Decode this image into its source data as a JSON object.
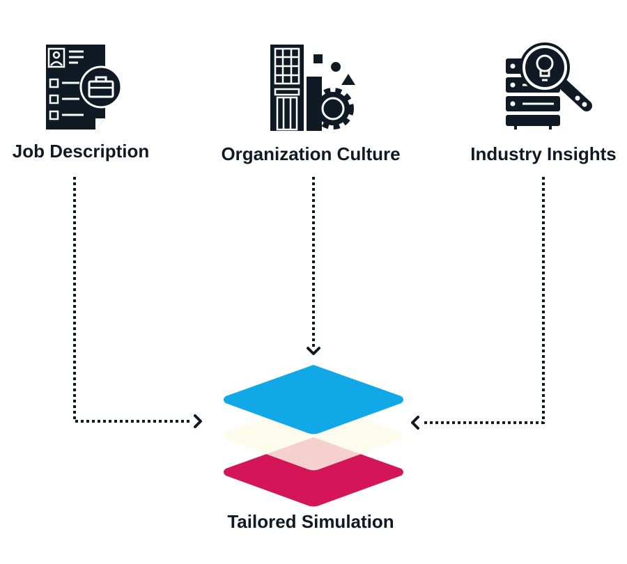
{
  "inputs": [
    {
      "id": "job",
      "label": "Job Description",
      "icon": "resume-briefcase-icon"
    },
    {
      "id": "org",
      "label": "Organization Culture",
      "icon": "building-gear-icon"
    },
    {
      "id": "ind",
      "label": "Industry Insights",
      "icon": "server-lightbulb-search-icon"
    }
  ],
  "output": {
    "label": "Tailored Simulation",
    "icon": "stacked-layers-icon"
  },
  "colors": {
    "icon": "#0f1a24",
    "text": "#0f1a24",
    "connector": "#0f1a24",
    "layer_top": "#11a8e8",
    "layer_middle": "#fcfae6",
    "layer_middle_overlap": "#f5efcc",
    "layer_bottom": "#d41658"
  }
}
